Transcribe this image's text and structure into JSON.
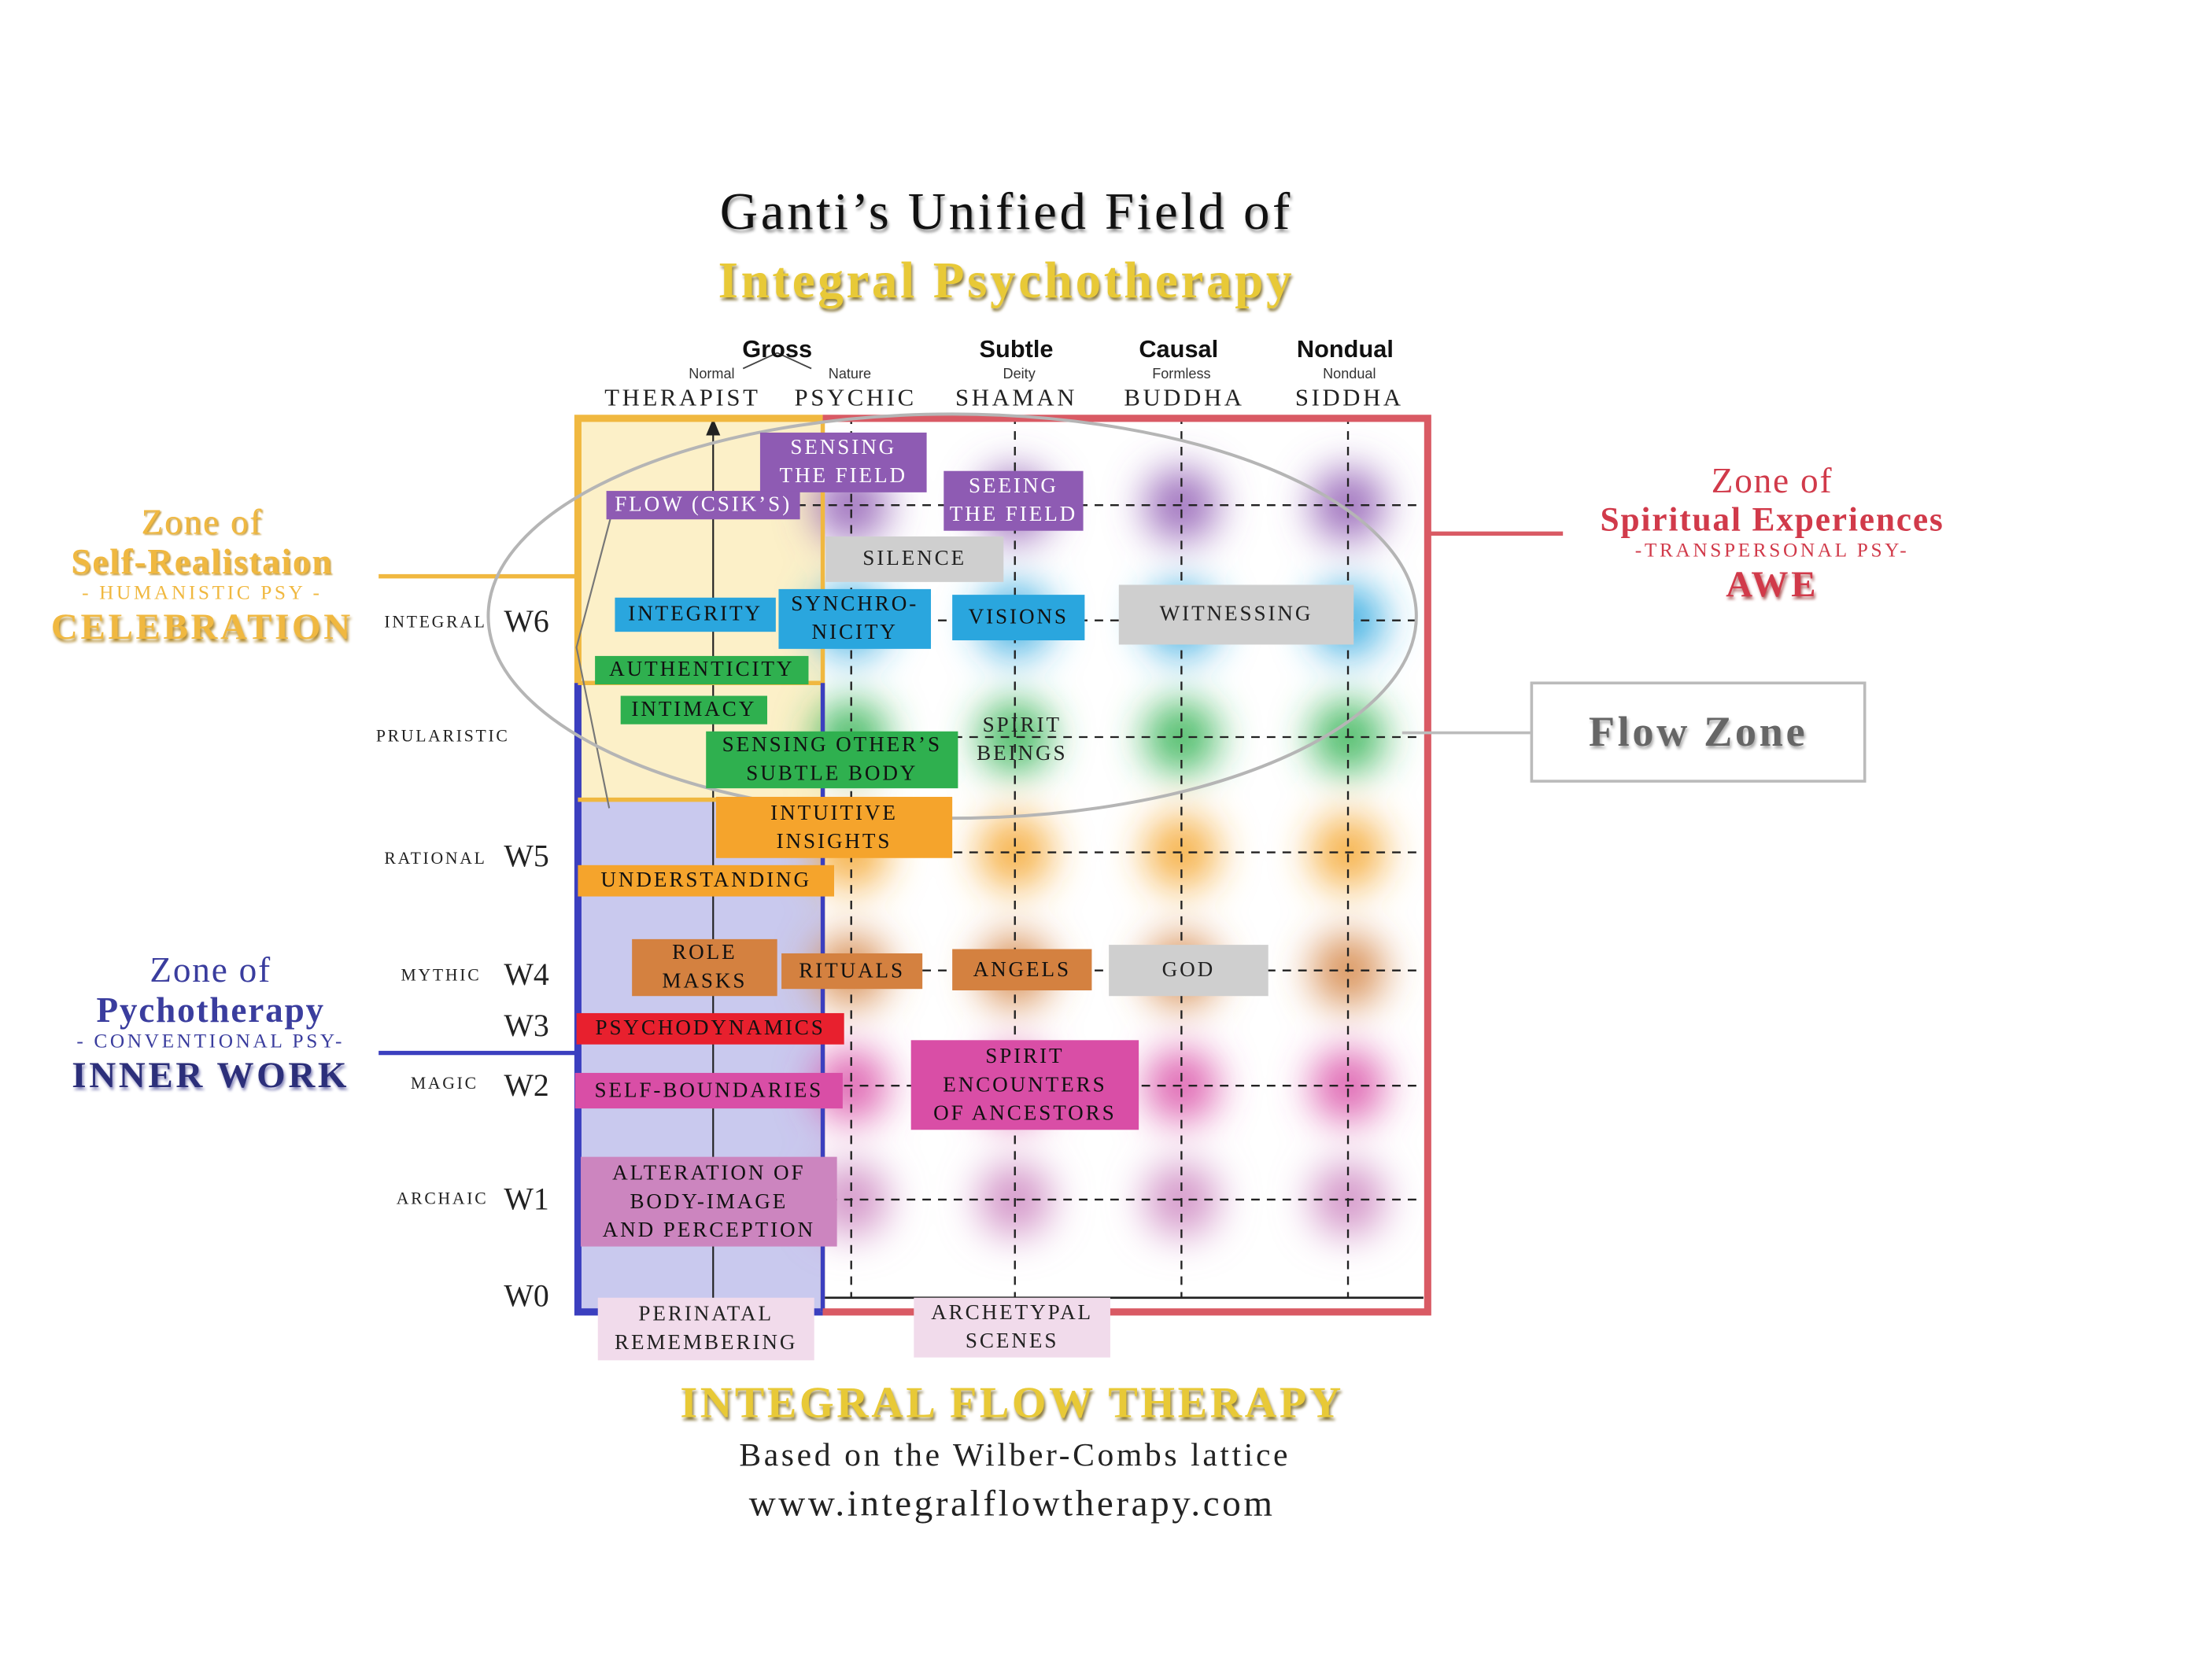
{
  "title": {
    "line1": "Ganti’s Unified Field of",
    "line2": "Integral Psychotherapy"
  },
  "columns": {
    "gross": "Gross",
    "gross_normal": "Normal",
    "gross_nature": "Nature",
    "subtle": "Subtle",
    "subtle_sub": "Deity",
    "causal": "Causal",
    "causal_sub": "Formless",
    "nondual": "Nondual",
    "nondual_sub": "Nondual",
    "therapist": "THERAPIST",
    "psychic": "PSYCHIC",
    "shaman": "SHAMAN",
    "buddha": "BUDDHA",
    "siddha": "SIDDHA"
  },
  "rows": {
    "integral": "INTEGRAL",
    "pluralistic": "PRULARISTIC",
    "rational": "RATIONAL",
    "mythic": "MYTHIC",
    "magic": "MAGIC",
    "archaic": "ARCHAIC"
  },
  "waves": {
    "w6": "W6",
    "w5": "W5",
    "w4": "W4",
    "w3": "W3",
    "w2": "W2",
    "w1": "W1",
    "w0": "W0"
  },
  "boxes": {
    "sensing_field": [
      "SENSING",
      "THE FIELD"
    ],
    "seeing_field": [
      "SEEING",
      "THE FIELD"
    ],
    "flow": "FLOW (CSIK’S)",
    "silence": "SILENCE",
    "integrity": "INTEGRITY",
    "synchronicity": [
      "SYNCHRO-",
      "NICITY"
    ],
    "visions": "VISIONS",
    "witnessing": "WITNESSING",
    "authenticity": "AUTHENTICITY",
    "intimacy": "INTIMACY",
    "sensing_subtle": [
      "SENSING OTHER’S",
      "SUBTLE BODY"
    ],
    "spirit_beings": [
      "SPIRIT",
      "BEINGS"
    ],
    "intuitive": [
      "INTUITIVE",
      "INSIGHTS"
    ],
    "understanding": "UNDERSTANDING",
    "role_masks": [
      "ROLE",
      "MASKS"
    ],
    "rituals": "RITUALS",
    "angels": "ANGELS",
    "god": "GOD",
    "psychodynamics": "PSYCHODYNAMICS",
    "self_boundaries": "SELF-BOUNDARIES",
    "spirit_encounters": [
      "SPIRIT",
      "ENCOUNTERS",
      "OF ANCESTORS"
    ],
    "alteration": [
      "ALTERATION OF",
      "BODY-IMAGE",
      "AND PERCEPTION"
    ],
    "perinatal": [
      "PERINATAL",
      "REMEMBERING"
    ],
    "archetypal": [
      "ARCHETYPAL",
      "SCENES"
    ]
  },
  "zones": {
    "self": {
      "line1": "Zone of",
      "line2": "Self-Realistaion",
      "sub": "- HUMANISTIC PSY -",
      "big": "CELEBRATION",
      "color": "#f0b840"
    },
    "psycho": {
      "line1": "Zone of",
      "line2": "Pychotherapy",
      "sub": "- CONVENTIONAL PSY-",
      "big": "INNER WORK",
      "color": "#3a3d9e"
    },
    "spiritual": {
      "line1": "Zone of",
      "line2": "Spiritual Experiences",
      "sub": "-TRANSPERSONAL PSY-",
      "big": "AWE",
      "color": "#d13a4a"
    },
    "flow": "Flow Zone"
  },
  "footer": {
    "line1": "INTEGRAL FLOW THERAPY",
    "line2": "Based on the Wilber-Combs lattice",
    "line3": "www.integralflowtherapy.com"
  },
  "colors": {
    "violet": "#8e5bb3",
    "blue": "#2aa6de",
    "green": "#2fb04f",
    "orange": "#f5a42c",
    "brown": "#d48140",
    "magenta": "#d94ea6",
    "pink": "#cc85bf",
    "gray": "#cfcfcf",
    "red": "#e8202e"
  }
}
